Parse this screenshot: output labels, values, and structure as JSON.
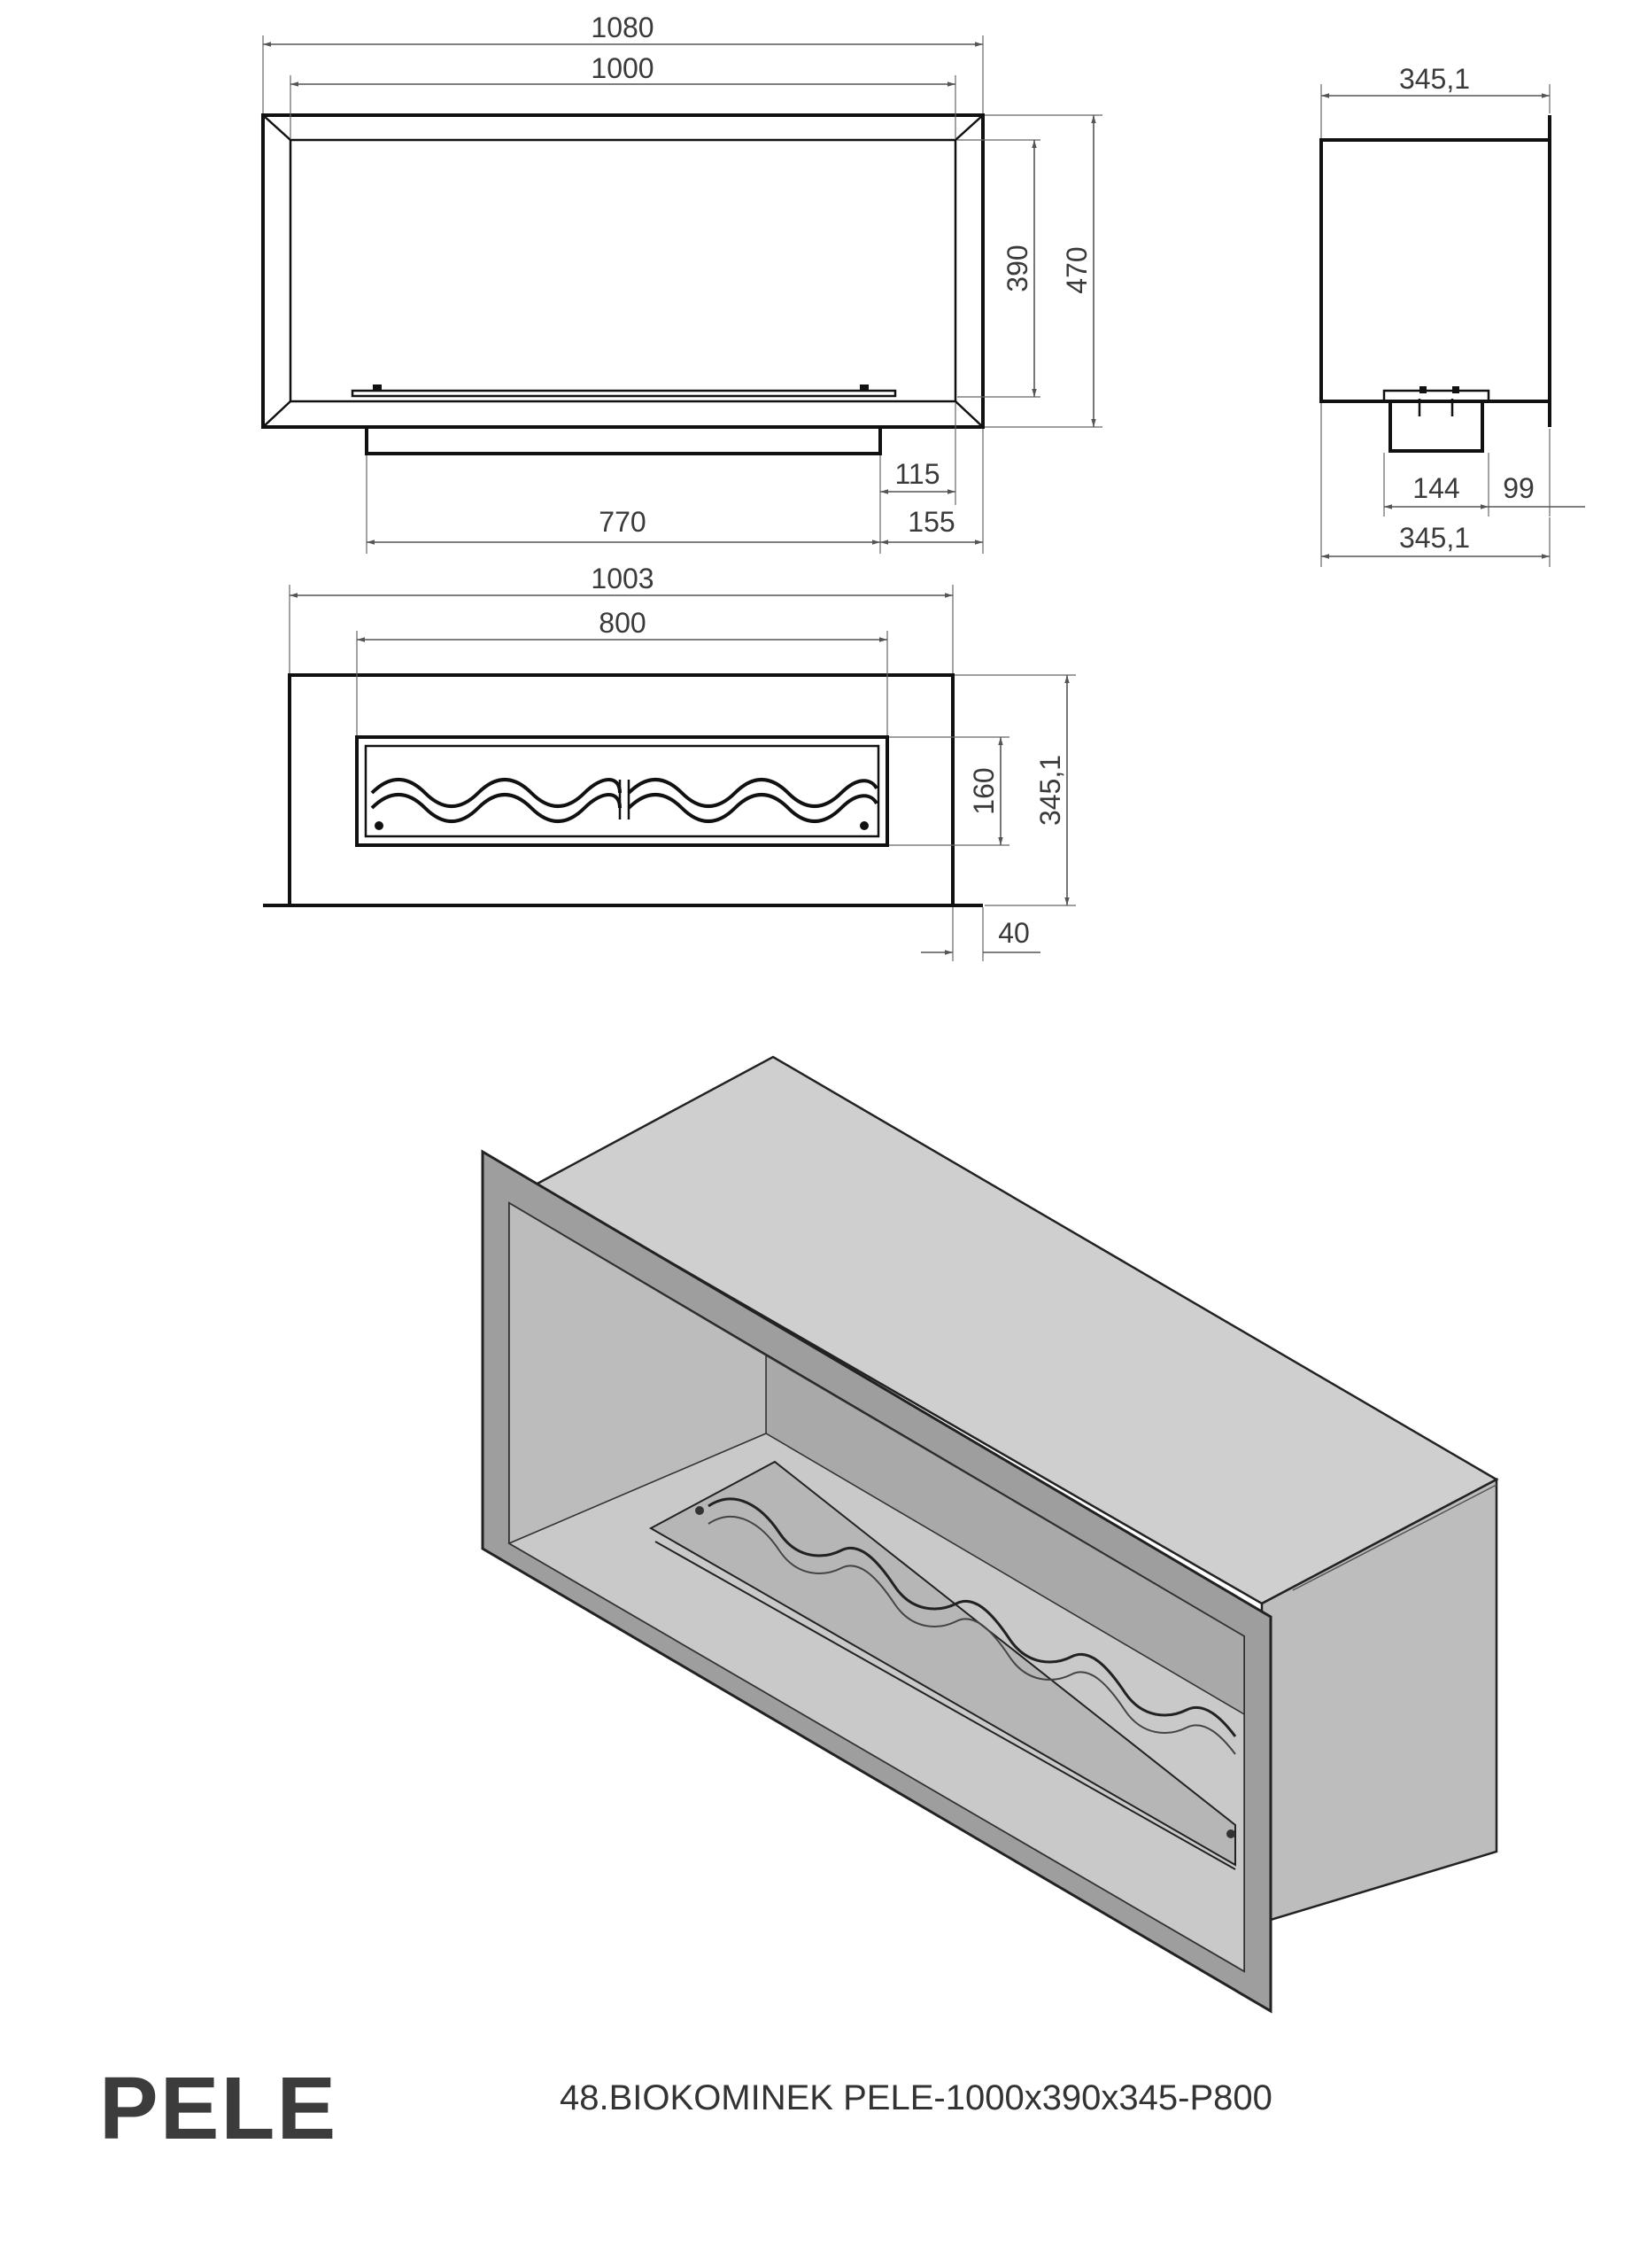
{
  "front_view": {
    "dim_overall_width": "1080",
    "dim_opening_width": "1000",
    "dim_opening_height": "390",
    "dim_overall_height": "470",
    "dim_right_offset_inner": "115",
    "dim_base_width": "770",
    "dim_right_offset_outer": "155"
  },
  "side_view": {
    "dim_depth_top": "345,1",
    "dim_burner_width": "144",
    "dim_rear_offset": "99",
    "dim_depth_bottom": "345,1"
  },
  "top_view": {
    "dim_body_width": "1003",
    "dim_burner_length": "800",
    "dim_burner_depth": "160",
    "dim_body_depth": "345,1",
    "dim_flange": "40"
  },
  "title_block": {
    "brand": "PELE",
    "caption": "48.BIOKOMINEK PELE-1000x390x345-P800"
  }
}
